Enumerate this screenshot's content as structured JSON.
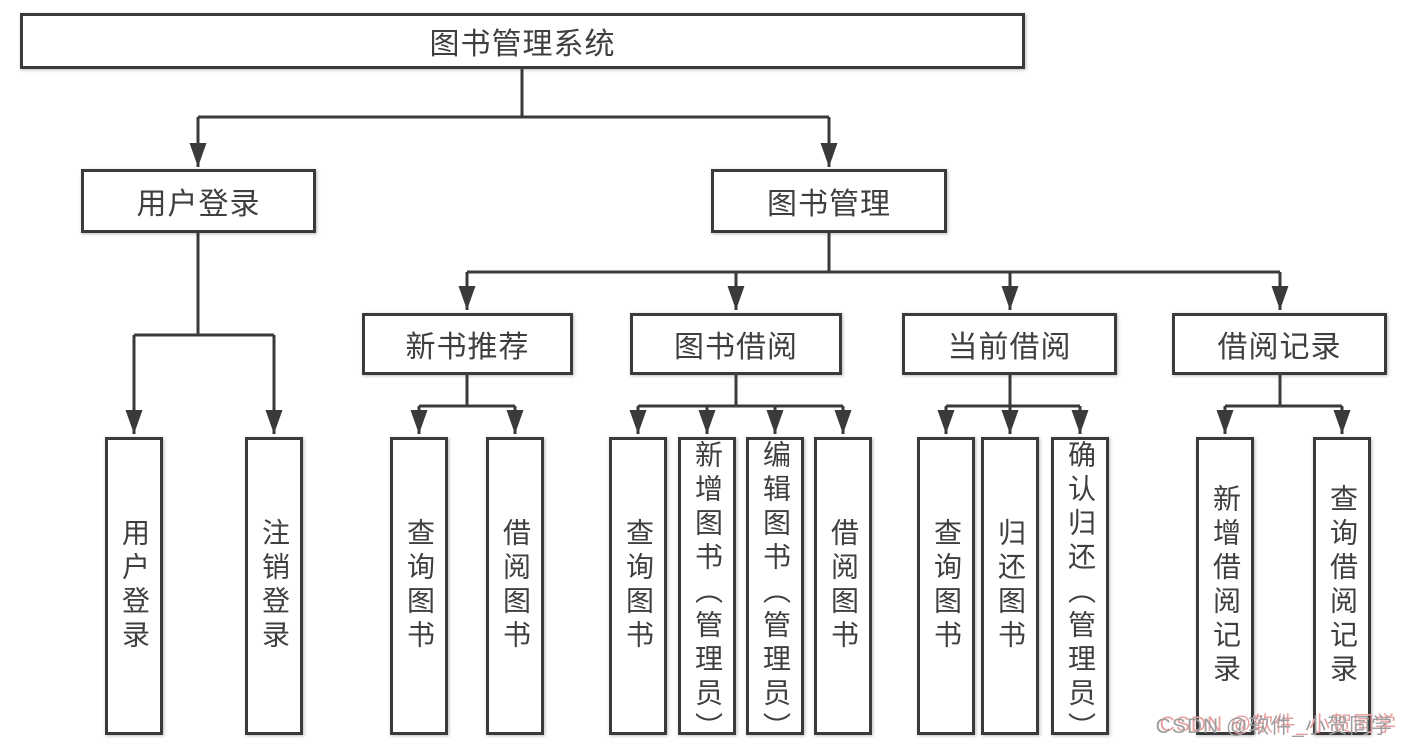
{
  "diagram": {
    "root": {
      "label": "图书管理系统"
    },
    "level2": [
      {
        "id": "user-login",
        "label": "用户登录",
        "children": [
          "用户登录",
          "注销登录"
        ]
      },
      {
        "id": "book-management",
        "label": "图书管理"
      }
    ],
    "level3": [
      {
        "id": "new-book-recommend",
        "label": "新书推荐",
        "children": [
          "查询图书",
          "借阅图书"
        ]
      },
      {
        "id": "book-borrowing",
        "label": "图书借阅",
        "children": [
          "查询图书",
          "新增图书（管理员）",
          "编辑图书（管理员）",
          "借阅图书"
        ]
      },
      {
        "id": "current-borrowing",
        "label": "当前借阅",
        "children": [
          "查询图书",
          "归还图书",
          "确认归还（管理员）"
        ]
      },
      {
        "id": "borrow-records",
        "label": "借阅记录",
        "children": [
          "新增借阅记录",
          "查询借阅记录"
        ]
      }
    ]
  },
  "watermark": {
    "text": "CSDN @软件_小贺同学"
  },
  "colors": {
    "line": "#3a3a3a",
    "text": "#3f3f3f",
    "box_fill": "#ffffff",
    "background": "#ffffff",
    "watermark_gray": "#9e9e9e",
    "watermark_red": "#e79f9f"
  }
}
